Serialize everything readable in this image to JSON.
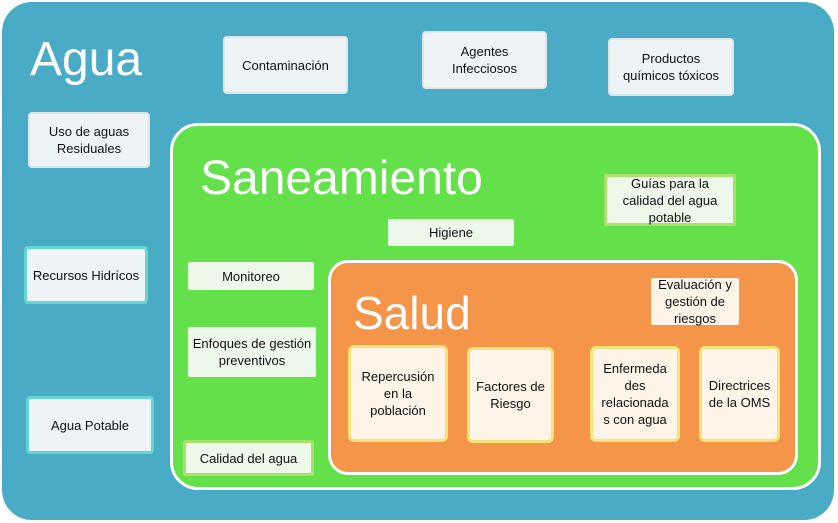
{
  "agua": {
    "title": "Agua",
    "items": {
      "contaminacion": "Contaminación",
      "agentes": "Agentes Infecciosos",
      "productos": "Productos químicos tóxicos",
      "uso_aguas": "Uso de aguas Residuales",
      "recursos": "Recursos Hidrícos",
      "agua_potable": "Agua Potable"
    }
  },
  "saneamiento": {
    "title": "Saneamiento",
    "items": {
      "guias": "Guías para la calidad del agua potable",
      "higiene": "Higiene",
      "monitoreo": "Monitoreo",
      "enfoques": "Enfoques de gestión preventivos",
      "calidad": "Calidad del agua"
    }
  },
  "salud": {
    "title": "Salud",
    "items": {
      "evaluacion": "Evaluación y gestión de riesgos",
      "repercusion": "Repercusión en la población",
      "factores": "Factores de Riesgo",
      "enfermedades": "Enfermeda des relacionada s con agua",
      "directrices": "Directrices de la OMS"
    }
  },
  "colors": {
    "agua": "#4aabc6",
    "saneamiento": "#63e04a",
    "salud": "#f5954a"
  }
}
